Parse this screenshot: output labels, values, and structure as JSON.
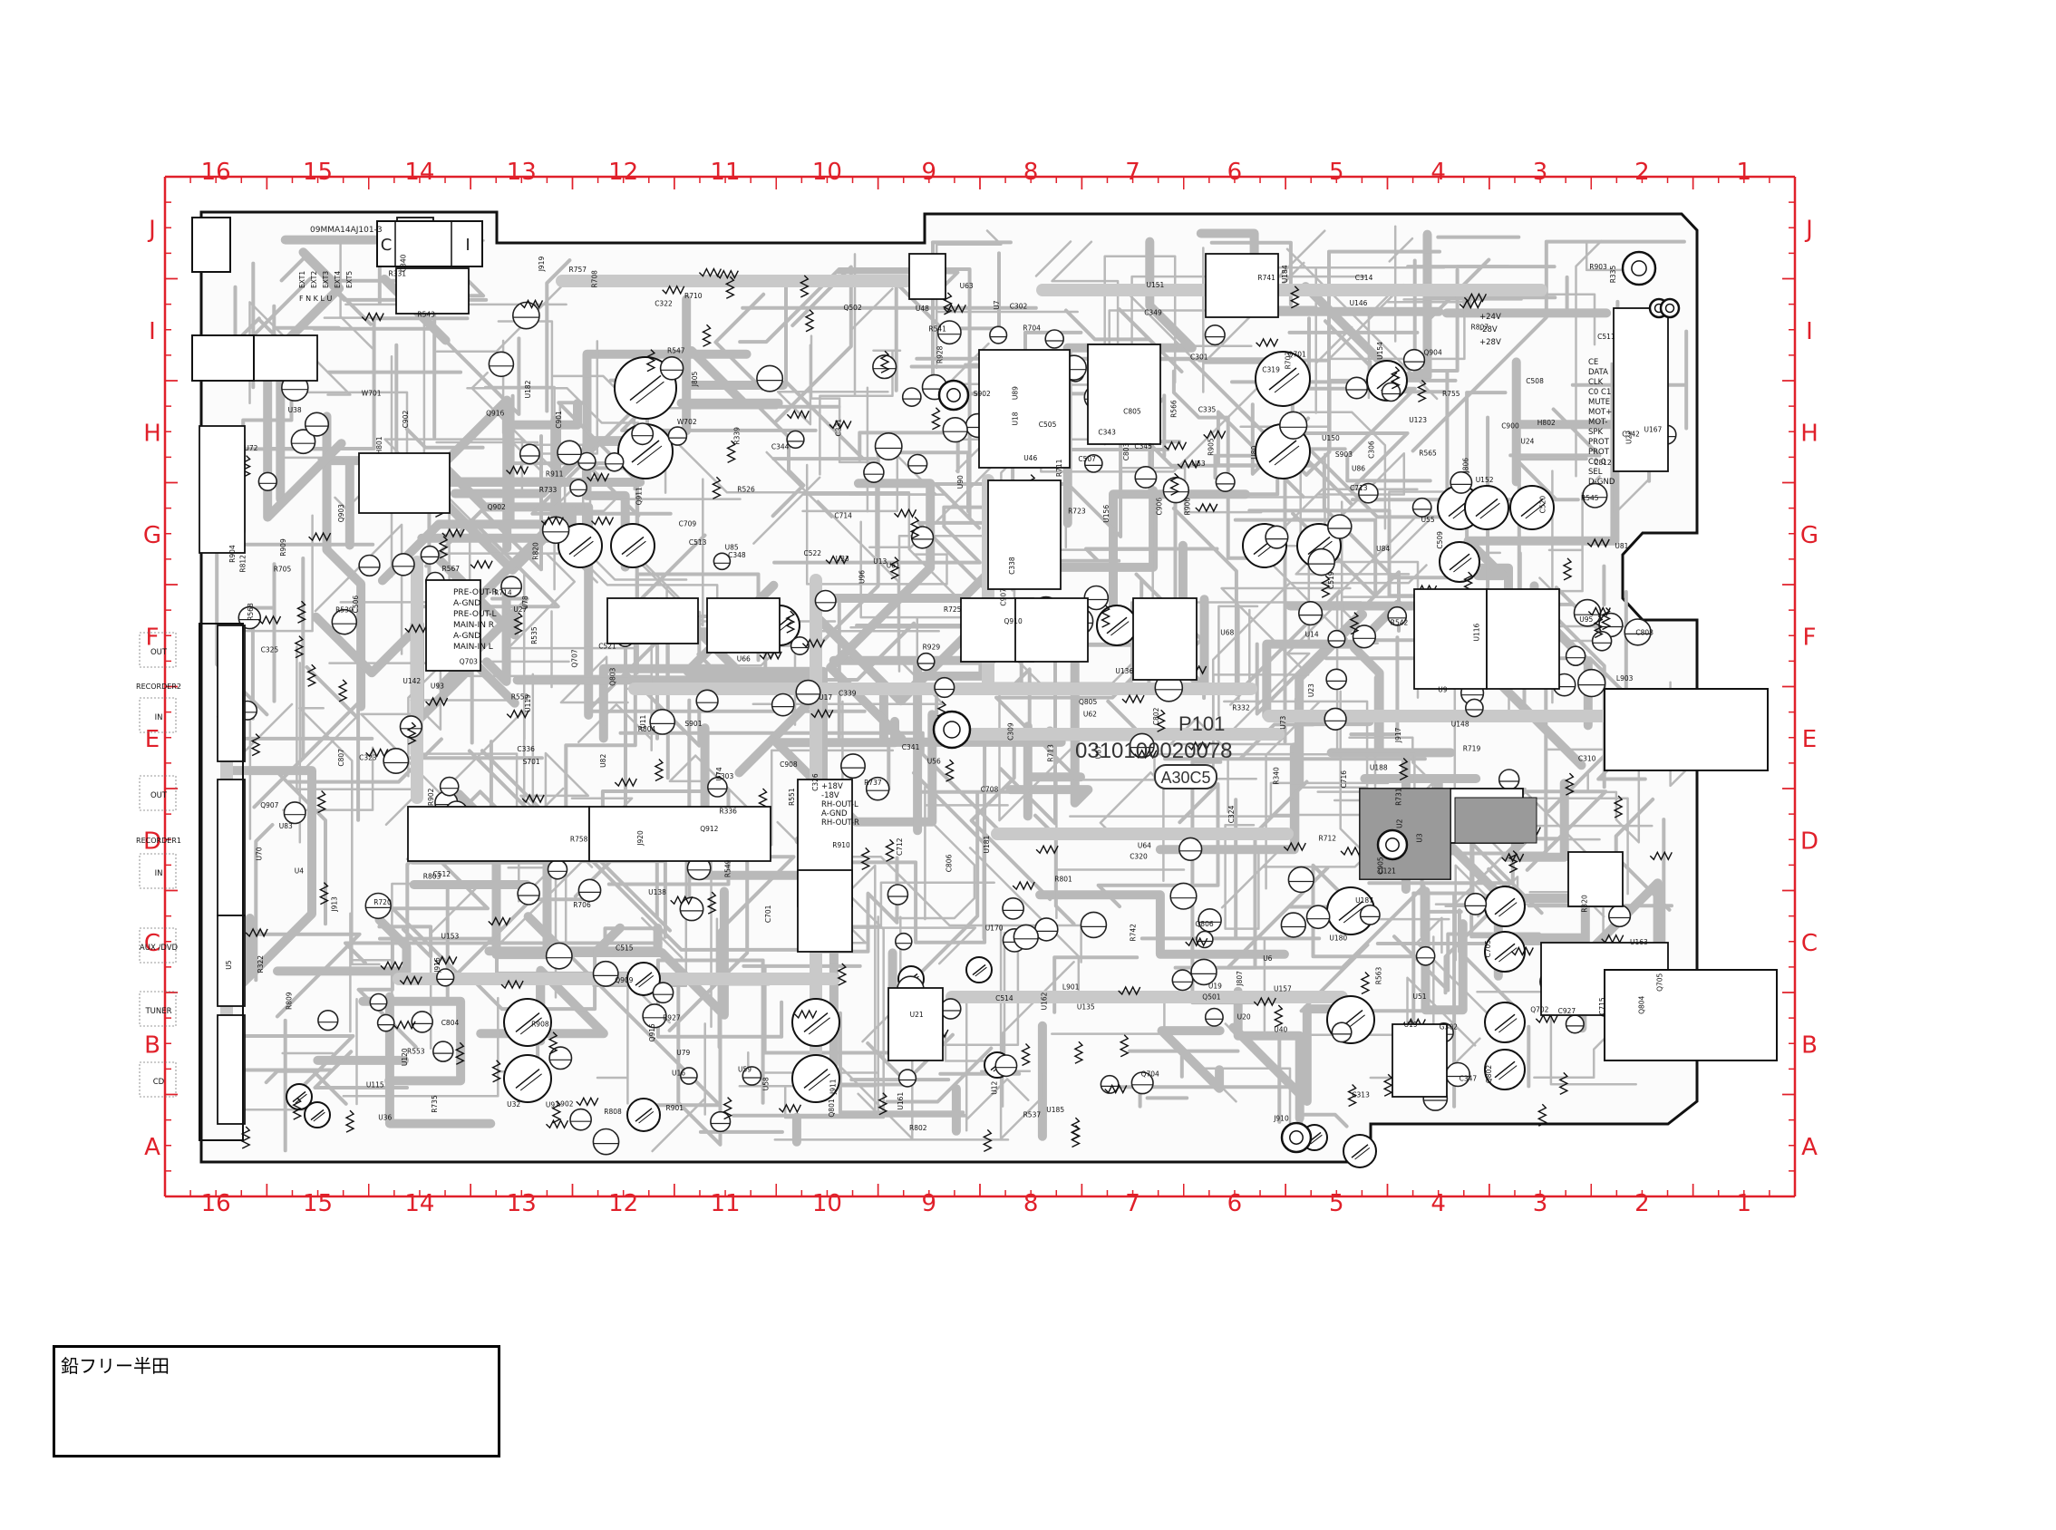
{
  "grid": {
    "columns": [
      "16",
      "15",
      "14",
      "13",
      "12",
      "11",
      "10",
      "9",
      "8",
      "7",
      "6",
      "5",
      "4",
      "3",
      "2",
      "1"
    ],
    "rows": [
      "J",
      "I",
      "H",
      "G",
      "F",
      "E",
      "D",
      "C",
      "B",
      "A"
    ],
    "color": "#e0202a"
  },
  "board": {
    "pcb_id": "P101",
    "part_number": "0310100020078",
    "revision": "A30C5",
    "silk_top": "09MMA14AJ101-3",
    "ext_labels": [
      "EXT1",
      "EXT2",
      "EXT3",
      "EXT4",
      "EXT5"
    ],
    "fnklu": "F  N  K  L  U",
    "connector_left_labels": [
      "OUT",
      "RECORDER2",
      "IN",
      "OUT",
      "RECORDER1",
      "IN",
      "AUX /DVD",
      "TUNER",
      "CD"
    ],
    "power_labels": [
      "PRE-OUT-R",
      "A-GND",
      "PRE-OUT-L",
      "MAIN-IN R",
      "A-GND",
      "MAIN-IN L"
    ],
    "rh_labels": [
      "+18V",
      "-18V",
      "RH-OUT-L",
      "A-GND",
      "RH-OUT-R"
    ],
    "right_ctrl_labels": [
      "CE",
      "DATA",
      "CLK",
      "C0 C1",
      "MUTE",
      "MOT+",
      "MOT-",
      "SPK",
      "PROT",
      "PROT",
      "C0 0",
      "SEL",
      "D-GND"
    ],
    "voltages": [
      "+24V",
      "-28V",
      "+28V"
    ],
    "components": [
      "J807",
      "S903",
      "U167",
      "Q915",
      "R927",
      "R928",
      "R929",
      "J920",
      "U170",
      "C927",
      "R906",
      "S902",
      "U162",
      "L901",
      "R713",
      "R714",
      "U180",
      "R710",
      "J916",
      "U157",
      "U163",
      "U161",
      "R758",
      "U123",
      "W702",
      "R742",
      "R741",
      "C716",
      "C714",
      "Q702",
      "Q704",
      "C712",
      "C708",
      "Q707",
      "R708",
      "R706",
      "R704",
      "R720",
      "R712",
      "U116",
      "U115",
      "U119",
      "U121",
      "U120",
      "U96",
      "J805",
      "Q911",
      "R908",
      "Q910",
      "Q912",
      "U70",
      "C907",
      "R905",
      "C906",
      "Q907",
      "Q909",
      "C905",
      "C908",
      "U61",
      "R909",
      "R910",
      "R911",
      "R901",
      "C901",
      "R902",
      "Q902",
      "C902",
      "R903",
      "R904",
      "Q903",
      "Q904",
      "U72",
      "U64",
      "U62",
      "U63",
      "U59",
      "U51",
      "U56",
      "U55",
      "U85",
      "U86",
      "U84",
      "U95",
      "U89",
      "U90",
      "U93",
      "U83",
      "U82",
      "U81",
      "U80",
      "U79",
      "U78",
      "U74",
      "U73",
      "U97",
      "J910",
      "C715",
      "C713",
      "Q701",
      "Q703",
      "Q705",
      "C709",
      "R705",
      "C705",
      "C701",
      "R703",
      "R711",
      "R719",
      "R731",
      "R733",
      "R737",
      "R735",
      "U33",
      "U32",
      "U23",
      "U21",
      "W701",
      "R757",
      "R755",
      "R723",
      "R725",
      "J806",
      "U185",
      "L903",
      "U18",
      "R820",
      "R812",
      "J911",
      "C812",
      "C807",
      "C808",
      "R807",
      "R809",
      "R808",
      "Q803",
      "Q804",
      "Q805",
      "Q806",
      "C804",
      "C805",
      "C806",
      "C803",
      "C802",
      "R801",
      "R802",
      "R803",
      "R804",
      "H801",
      "H802",
      "Q801",
      "Q802",
      "U19",
      "U3",
      "S701",
      "U24",
      "U22",
      "U17",
      "U16",
      "U13",
      "U12",
      "U11",
      "U9",
      "U7",
      "U6",
      "U5",
      "U4",
      "U2",
      "J917",
      "U14",
      "R551",
      "R547",
      "R549",
      "R539",
      "R537",
      "R563",
      "R553",
      "R552",
      "R541",
      "R542",
      "R543",
      "R545",
      "C511",
      "C512",
      "C513",
      "C514",
      "C515",
      "C507",
      "C508",
      "C509",
      "C505",
      "C506",
      "C519",
      "C520",
      "C521",
      "C522",
      "U66",
      "U67",
      "U68",
      "U58",
      "U53",
      "U48",
      "U46",
      "U40",
      "U38",
      "U36",
      "U27",
      "U20",
      "U19",
      "Q501",
      "Q502",
      "R535",
      "R526",
      "R565",
      "R566",
      "R567",
      "R568",
      "S901",
      "J913",
      "C313",
      "C306",
      "C314",
      "C347",
      "C348",
      "C345",
      "C344",
      "C349",
      "C310",
      "C325",
      "C302",
      "C319",
      "C301",
      "C309",
      "C322",
      "C323",
      "C324",
      "C331",
      "C335",
      "C336",
      "C338",
      "C339",
      "C340",
      "C341",
      "C342",
      "C343",
      "C326",
      "C320",
      "R320",
      "R322",
      "R339",
      "R340",
      "R331",
      "R332",
      "R335",
      "R336",
      "U152",
      "U151",
      "U148",
      "U153",
      "U146",
      "U135",
      "U138",
      "U142",
      "U136",
      "U150",
      "U154",
      "U156",
      "U181",
      "U182",
      "U184",
      "U187",
      "U188",
      "L902",
      "Q916",
      "C900",
      "G302",
      "G303",
      "J919"
    ]
  },
  "note": {
    "text": "鉛フリー半田"
  }
}
